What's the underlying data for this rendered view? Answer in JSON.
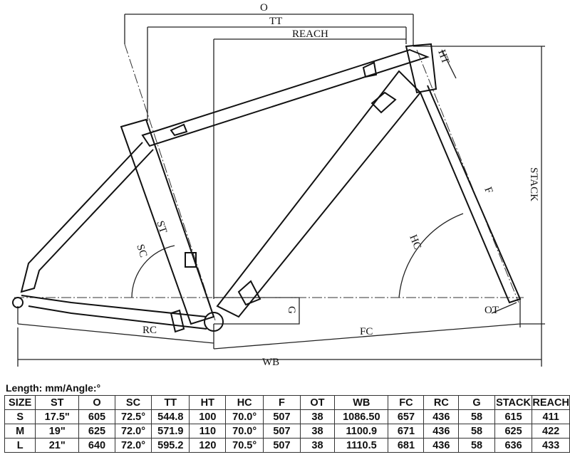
{
  "diagram": {
    "labels": {
      "O": "O",
      "TT": "TT",
      "REACH": "REACH",
      "HT": "HT",
      "STACK": "STACK",
      "F": "F",
      "HC": "HC",
      "ST": "ST",
      "SC": "SC",
      "G": "G",
      "OT": "OT",
      "RC": "RC",
      "FC": "FC",
      "WB": "WB"
    }
  },
  "units": "Length: mm/Angle:°",
  "table": {
    "headers": [
      "SIZE",
      "ST",
      "O",
      "SC",
      "TT",
      "HT",
      "HC",
      "F",
      "OT",
      "WB",
      "FC",
      "RC",
      "G",
      "STACK",
      "REACH"
    ],
    "rows": [
      [
        "S",
        "17.5\"",
        "605",
        "72.5°",
        "544.8",
        "100",
        "70.0°",
        "507",
        "38",
        "1086.50",
        "657",
        "436",
        "58",
        "615",
        "411"
      ],
      [
        "M",
        "19\"",
        "625",
        "72.0°",
        "571.9",
        "110",
        "70.0°",
        "507",
        "38",
        "1100.9",
        "671",
        "436",
        "58",
        "625",
        "422"
      ],
      [
        "L",
        "21\"",
        "640",
        "72.0°",
        "595.2",
        "120",
        "70.5°",
        "507",
        "38",
        "1110.5",
        "681",
        "436",
        "58",
        "636",
        "433"
      ]
    ]
  }
}
